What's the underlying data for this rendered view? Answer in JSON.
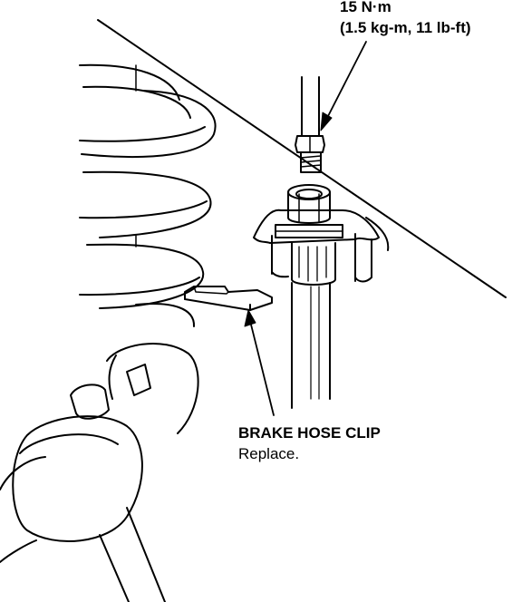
{
  "torque_spec": {
    "primary": "15 N·m",
    "secondary": "(1.5 kg-m, 11 lb-ft)"
  },
  "brake_hose_clip": {
    "label": "BRAKE HOSE CLIP",
    "note": "Replace."
  },
  "colors": {
    "ink": "#000000",
    "paper": "#ffffff"
  }
}
